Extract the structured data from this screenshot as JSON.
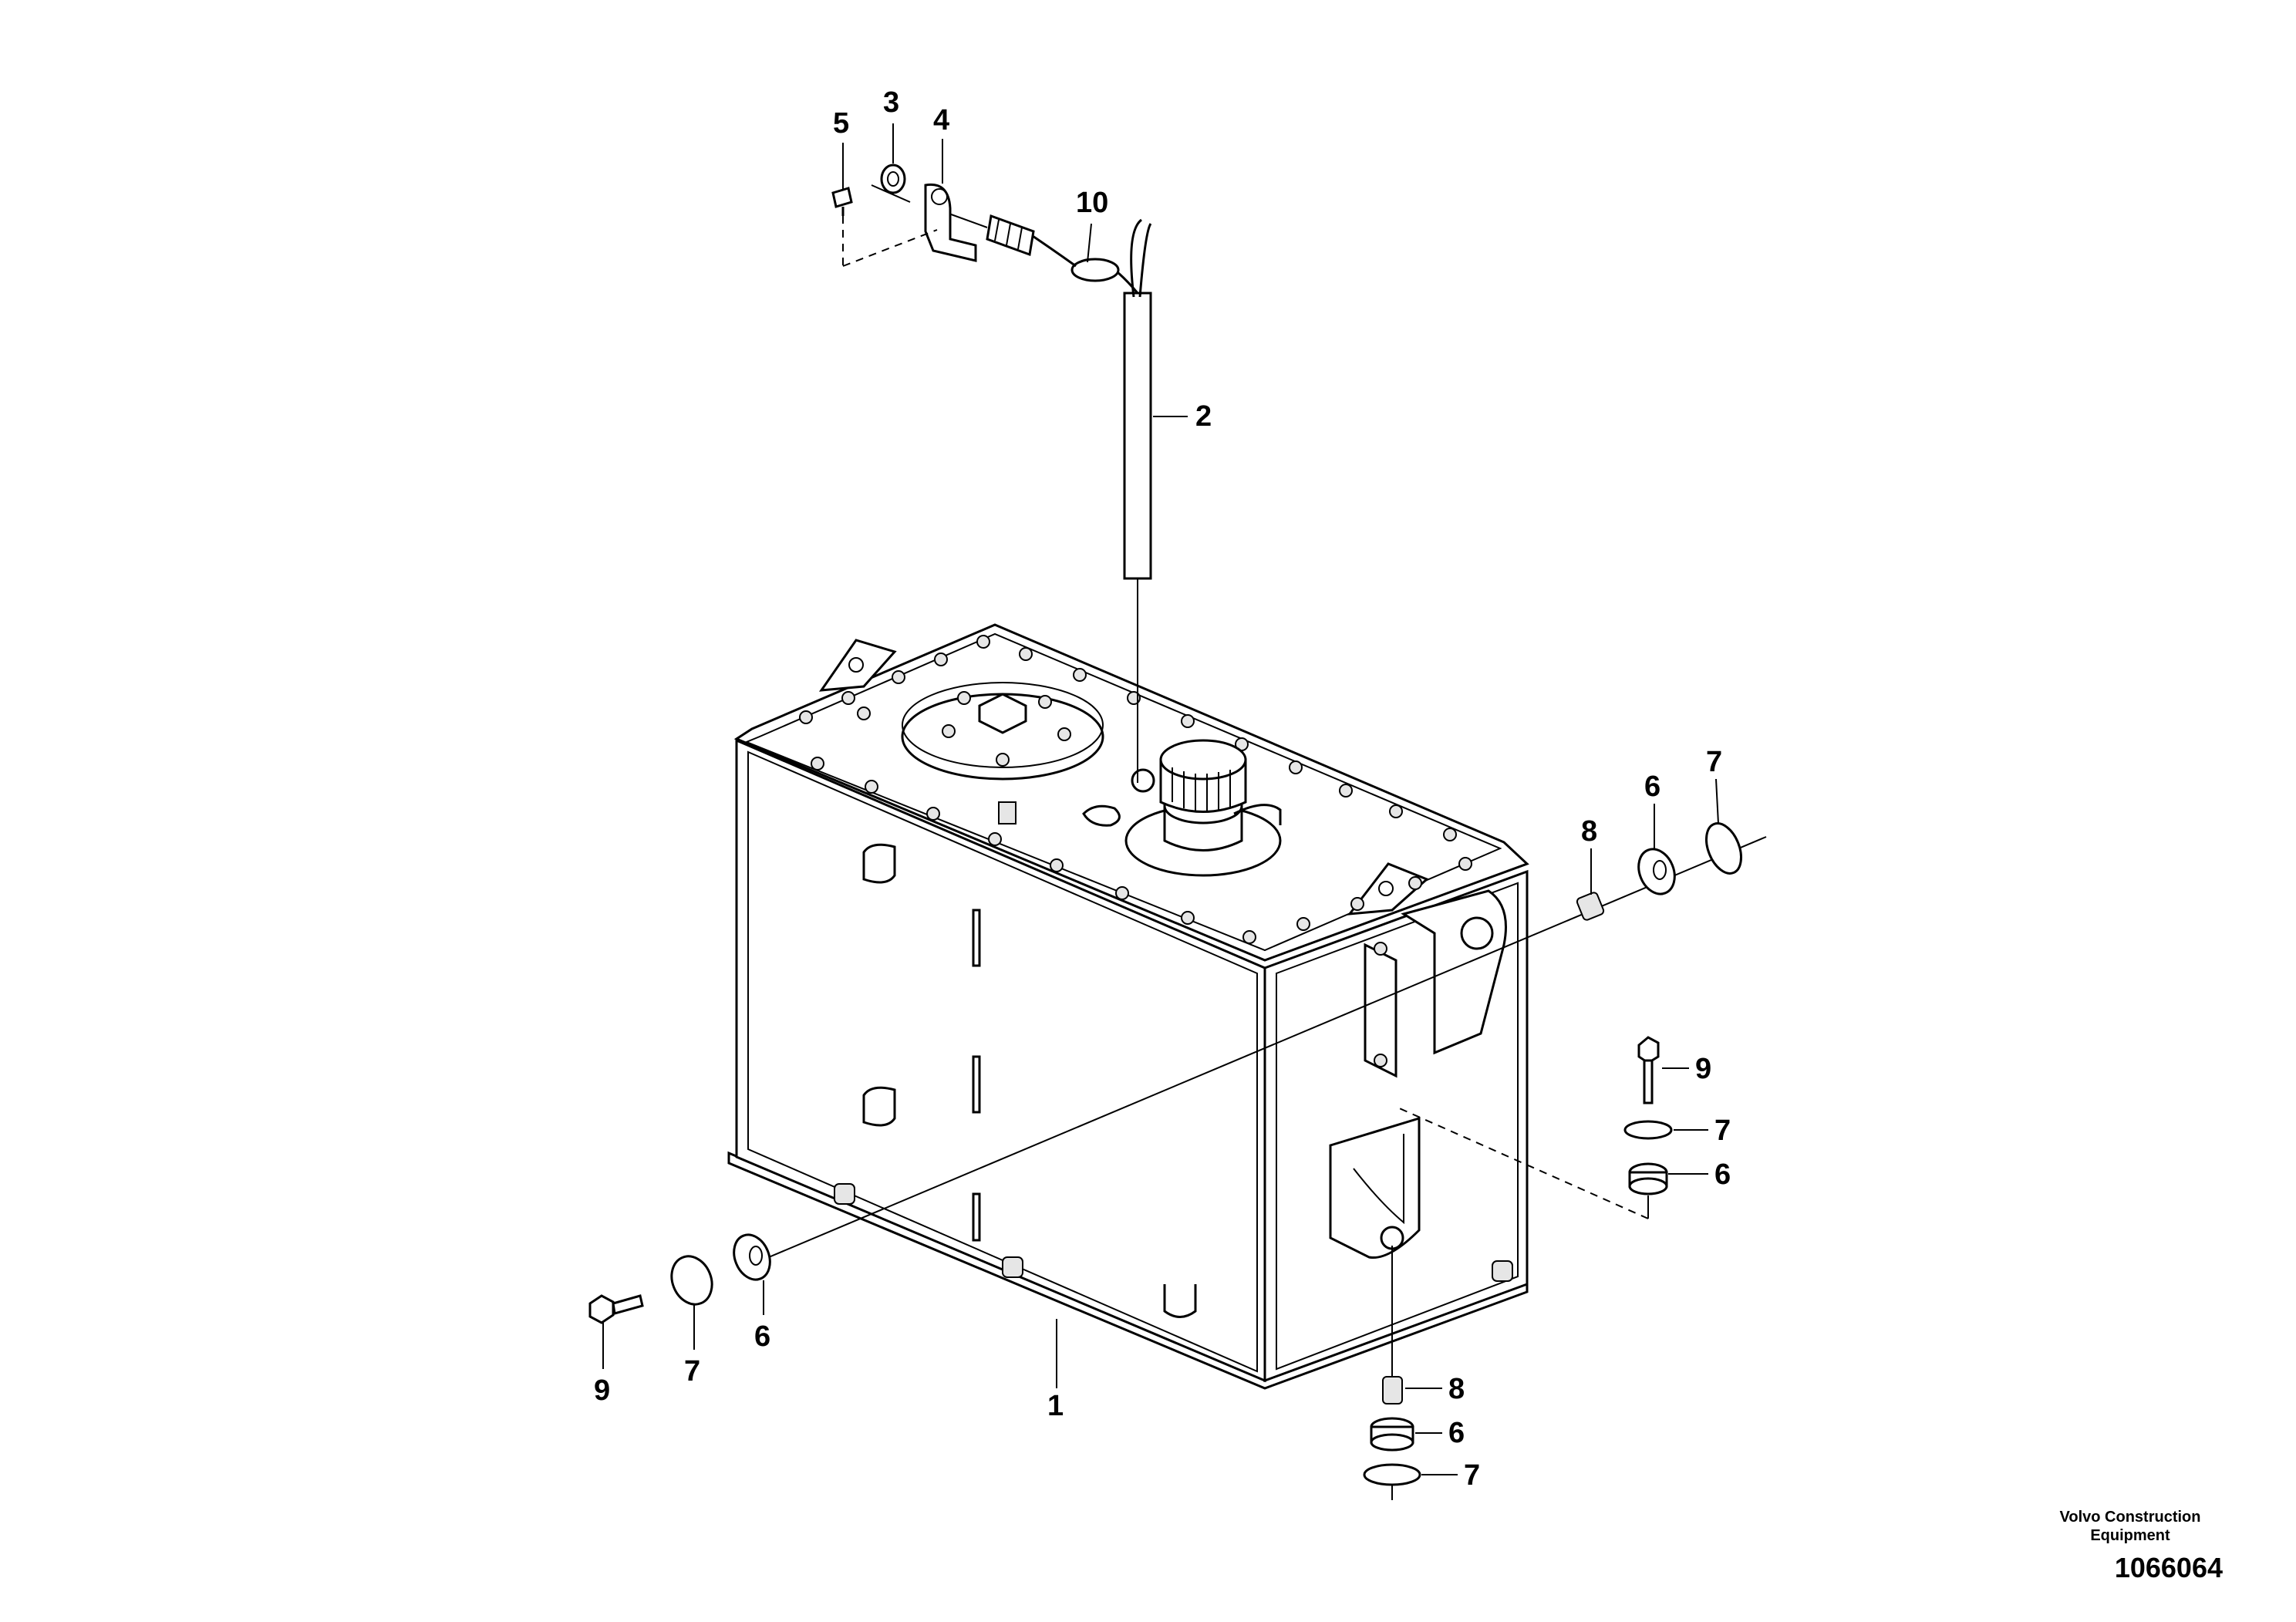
{
  "callouts": {
    "c1": "1",
    "c2": "2",
    "c3": "3",
    "c4": "4",
    "c5": "5",
    "c6": "6",
    "c7": "7",
    "c8": "8",
    "c9": "9",
    "c10": "10"
  },
  "footer": {
    "brand_line1": "Volvo Construction",
    "brand_line2": "Equipment",
    "drawing_number": "1066064"
  }
}
